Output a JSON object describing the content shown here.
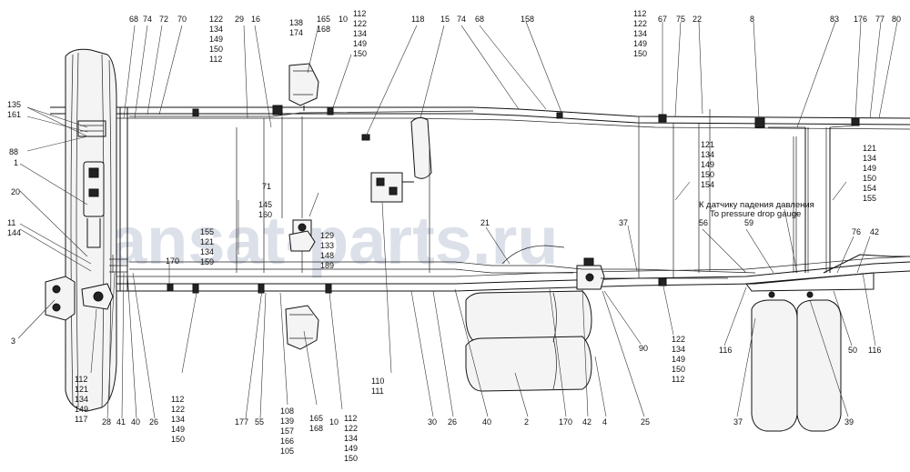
{
  "watermark": "ansat-parts.ru",
  "annotation_ru": "К датчику падения давления",
  "annotation_en": "To pressure drop gauge",
  "labels": [
    {
      "id": "l68a",
      "text": "68"
    },
    {
      "id": "l74a",
      "text": "74"
    },
    {
      "id": "l72",
      "text": "72"
    },
    {
      "id": "l70",
      "text": "70"
    },
    {
      "id": "g122a",
      "lines": [
        "122",
        "134",
        "149",
        "150",
        "112"
      ]
    },
    {
      "id": "l29",
      "text": "29"
    },
    {
      "id": "l16",
      "text": "16"
    },
    {
      "id": "g138",
      "lines": [
        "138",
        "174"
      ]
    },
    {
      "id": "g165a",
      "lines": [
        "165",
        "168"
      ]
    },
    {
      "id": "l10a",
      "text": "10"
    },
    {
      "id": "g112a",
      "lines": [
        "112",
        "122",
        "134",
        "149",
        "150"
      ]
    },
    {
      "id": "l118",
      "text": "118"
    },
    {
      "id": "l15",
      "text": "15"
    },
    {
      "id": "l74b",
      "text": "74"
    },
    {
      "id": "l68b",
      "text": "68"
    },
    {
      "id": "l158",
      "text": "158"
    },
    {
      "id": "g112b",
      "lines": [
        "112",
        "122",
        "134",
        "149",
        "150"
      ]
    },
    {
      "id": "l67",
      "text": "67"
    },
    {
      "id": "l75",
      "text": "75"
    },
    {
      "id": "l22",
      "text": "22"
    },
    {
      "id": "l8",
      "text": "8"
    },
    {
      "id": "l83",
      "text": "83"
    },
    {
      "id": "l176",
      "text": "176"
    },
    {
      "id": "l77",
      "text": "77"
    },
    {
      "id": "l80",
      "text": "80"
    },
    {
      "id": "g135",
      "lines": [
        "135",
        "161"
      ]
    },
    {
      "id": "l88",
      "text": "88"
    },
    {
      "id": "l1",
      "text": "1"
    },
    {
      "id": "l20",
      "text": "20"
    },
    {
      "id": "g11",
      "lines": [
        "11",
        "144"
      ]
    },
    {
      "id": "l3",
      "text": "3"
    },
    {
      "id": "g112c",
      "lines": [
        "112",
        "121",
        "134",
        "149",
        "117"
      ]
    },
    {
      "id": "l28",
      "text": "28"
    },
    {
      "id": "l41",
      "text": "41"
    },
    {
      "id": "l40a",
      "text": "40"
    },
    {
      "id": "l26a",
      "text": "26"
    },
    {
      "id": "g112d",
      "lines": [
        "112",
        "122",
        "134",
        "149",
        "150"
      ]
    },
    {
      "id": "l170a",
      "text": "170"
    },
    {
      "id": "g155",
      "lines": [
        "155",
        "121",
        "134",
        "159"
      ]
    },
    {
      "id": "l71",
      "text": "71"
    },
    {
      "id": "g145",
      "lines": [
        "145",
        "160"
      ]
    },
    {
      "id": "g129",
      "lines": [
        "129",
        "133",
        "148",
        "189"
      ]
    },
    {
      "id": "l177",
      "text": "177"
    },
    {
      "id": "l55",
      "text": "55"
    },
    {
      "id": "g108",
      "lines": [
        "108",
        "139",
        "157",
        "166",
        "105"
      ]
    },
    {
      "id": "g165b",
      "lines": [
        "165",
        "168"
      ]
    },
    {
      "id": "l10b",
      "text": "10"
    },
    {
      "id": "g112e",
      "lines": [
        "112",
        "122",
        "134",
        "149",
        "150"
      ]
    },
    {
      "id": "g110",
      "lines": [
        "110",
        "111"
      ]
    },
    {
      "id": "l21",
      "text": "21"
    },
    {
      "id": "l30",
      "text": "30"
    },
    {
      "id": "l26b",
      "text": "26"
    },
    {
      "id": "l40b",
      "text": "40"
    },
    {
      "id": "l2",
      "text": "2"
    },
    {
      "id": "l170b",
      "text": "170"
    },
    {
      "id": "l42a",
      "text": "42"
    },
    {
      "id": "l4",
      "text": "4"
    },
    {
      "id": "l25",
      "text": "25"
    },
    {
      "id": "l90",
      "text": "90"
    },
    {
      "id": "g122b",
      "lines": [
        "122",
        "134",
        "149",
        "150",
        "112"
      ]
    },
    {
      "id": "l37a",
      "text": "37"
    },
    {
      "id": "g121a",
      "lines": [
        "121",
        "134",
        "149",
        "150",
        "154"
      ]
    },
    {
      "id": "l56",
      "text": "56"
    },
    {
      "id": "l59",
      "text": "59"
    },
    {
      "id": "g121b",
      "lines": [
        "121",
        "134",
        "149",
        "150",
        "154",
        "155"
      ]
    },
    {
      "id": "l76",
      "text": "76"
    },
    {
      "id": "l42b",
      "text": "42"
    },
    {
      "id": "l116a",
      "text": "116"
    },
    {
      "id": "l50",
      "text": "50"
    },
    {
      "id": "l116b",
      "text": "116"
    },
    {
      "id": "l37b",
      "text": "37"
    },
    {
      "id": "l39",
      "text": "39"
    }
  ]
}
